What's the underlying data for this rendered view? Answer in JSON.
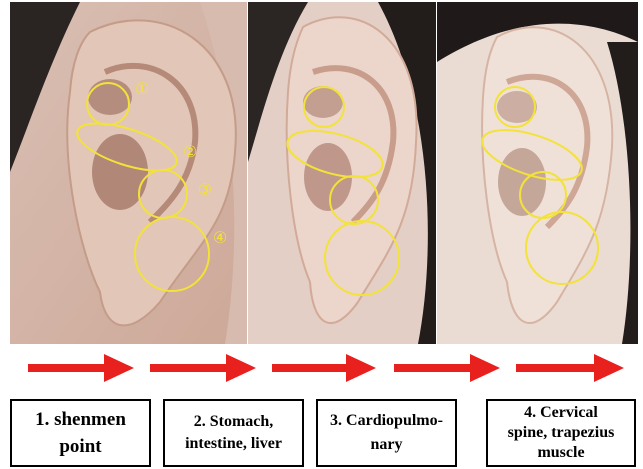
{
  "panels": [
    {
      "label": "1. shenmen point",
      "line1": "1. shenmen",
      "line2": "point",
      "line3": ""
    },
    {
      "label": "2. Stomach, intestine, liver",
      "line1": "2. Stomach,",
      "line2": "intestine, liver",
      "line3": ""
    },
    {
      "label": "3. Cardiopulmonary",
      "line1": "3. Cardiopulmo-",
      "line2": "nary",
      "line3": ""
    },
    {
      "label": "4. Cervical spine, trapezius muscle",
      "line1": "4. Cervical",
      "line2": "spine, trapezius",
      "line3": "muscle"
    }
  ],
  "markers": [
    "①",
    "②",
    "③",
    "④"
  ],
  "colors": {
    "circle": "#f2e23a",
    "arrow": "#e8201e",
    "border": "#000000"
  },
  "icons": [
    "ear-photo",
    "right-arrow-icon"
  ]
}
